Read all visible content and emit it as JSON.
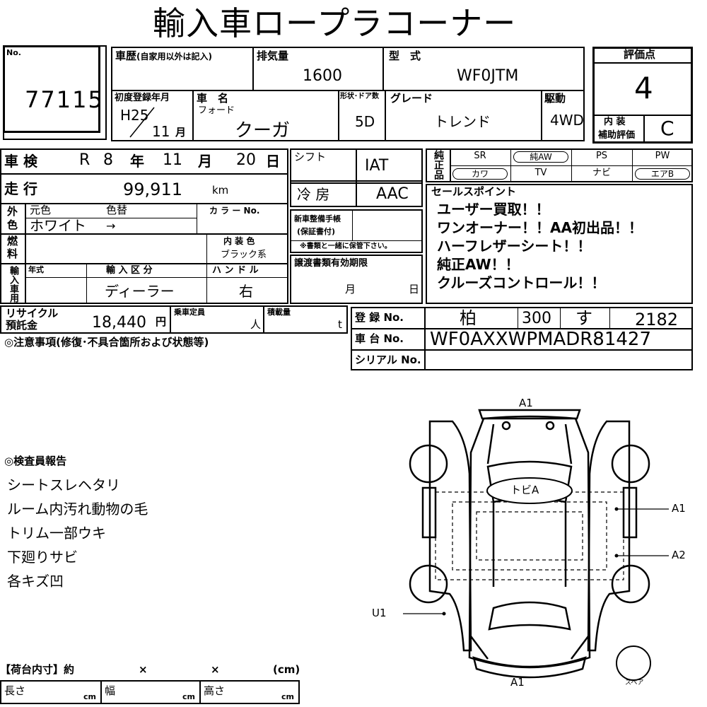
{
  "title": "輸入車ロープラコーナー",
  "header": {
    "no_label": "No.",
    "no_value": "77115",
    "history_label": "車歴",
    "history_note": "(自家用以外は記入)",
    "displacement_label": "排気量",
    "displacement_value": "1600",
    "model_label": "型　式",
    "model_value": "WF0JTM",
    "score_label": "評価点",
    "score_value": "4",
    "first_reg_label": "初度登録年月",
    "first_reg_year": "H25",
    "first_reg_month": "11",
    "first_reg_month_unit": "月",
    "car_name_label": "車　名",
    "maker": "フォード",
    "car_name": "クーガ",
    "doors_label": "形状･ドア数",
    "doors_value": "5D",
    "grade_label": "グレード",
    "grade_value": "トレンド",
    "drive_label": "駆動",
    "drive_value": "4WD",
    "interior_label_1": "内 装",
    "interior_label_2": "補助評価",
    "interior_value": "C"
  },
  "inspection": {
    "shaken_label": "車 検",
    "era": "R",
    "year": "8",
    "year_unit": "年",
    "month": "11",
    "month_unit": "月",
    "day": "20",
    "day_unit": "日",
    "mileage_label": "走 行",
    "mileage_value": "99,911",
    "mileage_unit": "km",
    "exterior_label_1": "外",
    "exterior_label_2": "色",
    "original_color_label": "元色",
    "repaint_label": "色替",
    "color_value": "ホワイト",
    "repaint_value": "→",
    "color_no_label": "カ ラ ー No.",
    "fuel_label_1": "燃",
    "fuel_label_2": "料",
    "interior_color_label": "内 装 色",
    "interior_color_value": "ブラック系",
    "import_label": "輸入車用",
    "model_year_label": "年式",
    "import_type_label": "輸 入 区 分",
    "import_type_value": "ディーラー",
    "handle_label": "ハ ン ド ル",
    "handle_value": "右"
  },
  "middle": {
    "shift_label": "シフト",
    "shift_value": "IAT",
    "ac_label": "冷 房",
    "ac_value": "AAC",
    "maintenance_label_1": "新車整備手帳",
    "maintenance_label_2": "(保証書付)",
    "maintenance_note": "※書類と一緒に保管下さい。",
    "transfer_label": "譲渡書類有効期限",
    "transfer_month": "月",
    "transfer_day": "日"
  },
  "equipment": {
    "label": "純正品",
    "items": [
      "SR",
      "純AW",
      "PS",
      "PW",
      "カワ",
      "TV",
      "ナビ",
      "エアB"
    ],
    "circled": [
      false,
      true,
      false,
      false,
      true,
      false,
      false,
      true
    ]
  },
  "sales_points": {
    "label": "セールスポイント",
    "lines": [
      "ユーザー買取！！",
      "ワンオーナー！！AA初出品！！",
      "ハーフレザーシート！！",
      "純正AW！！",
      "クルーズコントロール！！"
    ]
  },
  "recycle": {
    "label_1": "リサイクル",
    "label_2": "預託金",
    "value": "18,440",
    "unit": "円",
    "capacity_label": "乗車定員",
    "capacity_unit": "人",
    "load_label": "積載量",
    "load_unit": "t"
  },
  "registration": {
    "reg_label": "登 録 No.",
    "reg_place": "柏",
    "reg_class": "300",
    "reg_kana": "す",
    "reg_number": "2182",
    "chassis_label": "車 台 No.",
    "chassis_value": "WF0AXXWPMADR81427",
    "serial_label": "シリアル No."
  },
  "notes_label": "◎注意事項(修復･不具合箇所および状態等)",
  "inspector": {
    "label": "◎検査員報告",
    "lines": [
      "シートスレヘタリ",
      "ルーム内汚れ動物の毛",
      "トリム一部ウキ",
      "下廻りサビ",
      "各キズ凹"
    ]
  },
  "cargo": {
    "label": "【荷台内寸】約",
    "times_1": "×",
    "times_2": "×",
    "unit_label": "(cm)",
    "length_label": "長さ",
    "width_label": "幅",
    "height_label": "高さ",
    "cm": "cm"
  },
  "diagram": {
    "front_mark": "A1",
    "rear_mark": "A1",
    "roof_mark": "トビA",
    "right_mark_1": "A1",
    "right_mark_2": "A2",
    "left_mark": "U1",
    "spare_label": "スペア"
  }
}
